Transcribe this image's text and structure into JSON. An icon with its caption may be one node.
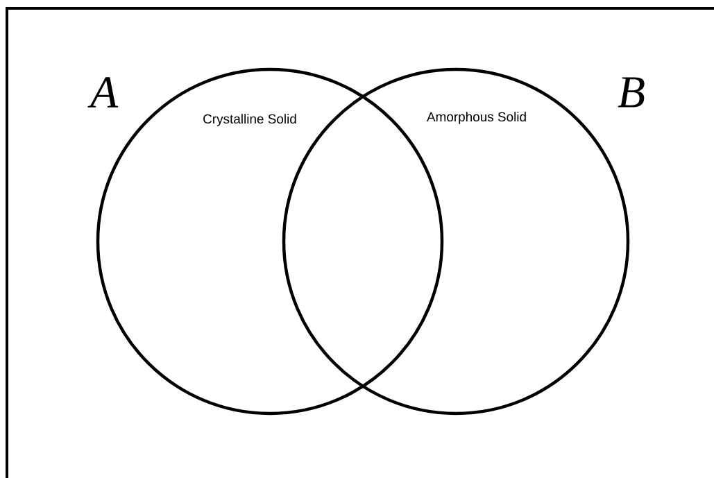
{
  "diagram": {
    "nodes": [
      {
        "text": [
          "Crystalline Solid"
        ],
        "beside": [
          "A"
        ]
      },
      {
        "text": [
          "Amorphous Solid"
        ],
        "beside": [
          "B"
        ]
      }
    ]
  }
}
